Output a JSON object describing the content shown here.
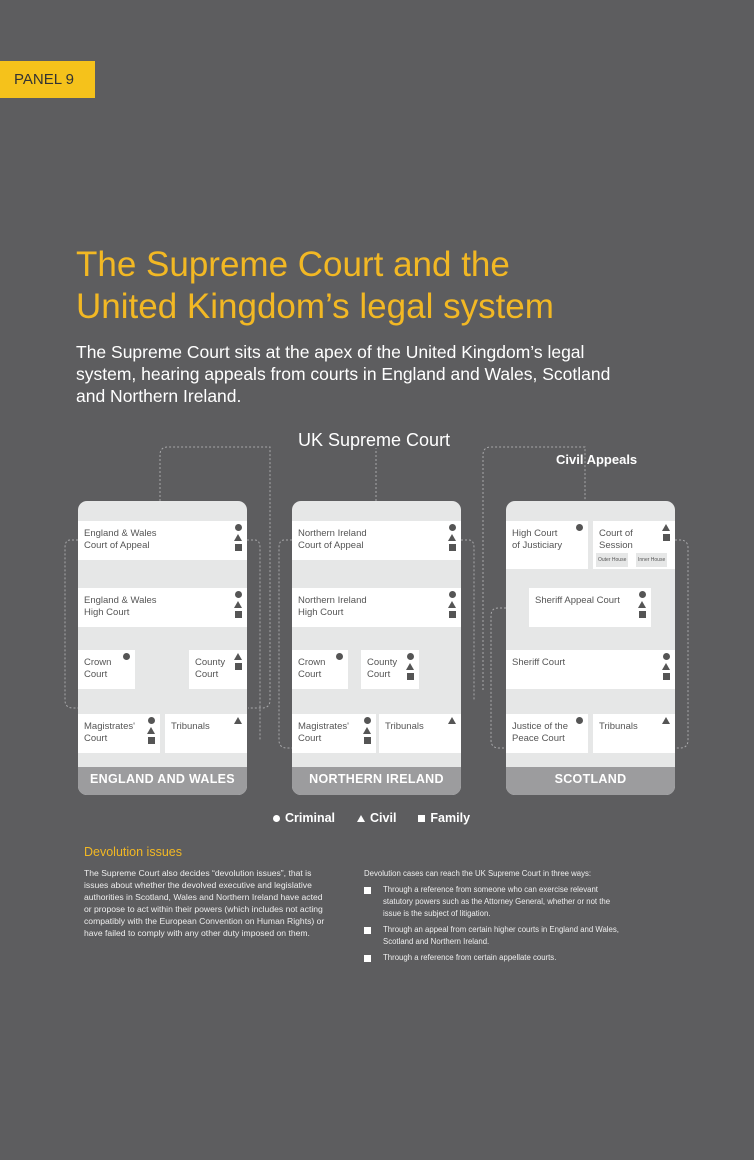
{
  "panel_tag": "PANEL 9",
  "title_lines": [
    "The Supreme Court and the",
    "United Kingdom’s legal system"
  ],
  "intro": "The Supreme Court sits at the apex of the United Kingdom’s legal system, hearing appeals from courts in England and Wales, Scotland and Northern Ireland.",
  "supreme_label": "UK Supreme Court",
  "civil_appeals_label": "Civil Appeals",
  "colors": {
    "background": "#5d5d5f",
    "accent": "#f2b824",
    "panel": "#e6e7e7",
    "band": "#9c9c9e"
  },
  "panels": [
    {
      "name": "England and Wales",
      "courts": [
        {
          "name": "England & Wales\nCourt of Appeal",
          "symbols": [
            "circle",
            "triangle",
            "square"
          ]
        },
        {
          "name": "England & Wales\nHigh Court",
          "symbols": [
            "circle",
            "triangle",
            "square"
          ]
        },
        {
          "name": "Crown\nCourt",
          "symbols": [
            "circle"
          ]
        },
        {
          "name": "County\nCourt",
          "symbols": [
            "triangle",
            "square"
          ]
        },
        {
          "name": "Magistrates'\nCourt",
          "symbols": [
            "circle",
            "triangle",
            "square"
          ]
        },
        {
          "name": "Tribunals",
          "symbols": [
            "triangle"
          ]
        }
      ]
    },
    {
      "name": "Northern Ireland",
      "courts": [
        {
          "name": "Northern Ireland\nCourt of Appeal",
          "symbols": [
            "circle",
            "triangle",
            "square"
          ]
        },
        {
          "name": "Northern Ireland\nHigh Court",
          "symbols": [
            "circle",
            "triangle",
            "square"
          ]
        },
        {
          "name": "Crown\nCourt",
          "symbols": [
            "circle"
          ]
        },
        {
          "name": "County\nCourt",
          "symbols": [
            "circle",
            "triangle",
            "square"
          ]
        },
        {
          "name": "Magistrates'\nCourt",
          "symbols": [
            "circle",
            "triangle",
            "square"
          ]
        },
        {
          "name": "Tribunals",
          "symbols": [
            "triangle"
          ]
        }
      ]
    },
    {
      "name": "Scotland",
      "courts": [
        {
          "name": "High Court\nof Justiciary",
          "symbols": [
            "circle"
          ]
        },
        {
          "name": "Court of\nSession",
          "symbols": [
            "triangle",
            "square"
          ],
          "sub": [
            "Outer House",
            "Inner House"
          ]
        },
        {
          "name": "Sheriff Appeal Court",
          "symbols": [
            "circle",
            "triangle",
            "square"
          ]
        },
        {
          "name": "Sheriff Court",
          "symbols": [
            "circle",
            "triangle",
            "square"
          ]
        },
        {
          "name": "Justice of the\nPeace Court",
          "symbols": [
            "circle"
          ]
        },
        {
          "name": "Tribunals",
          "symbols": [
            "triangle"
          ]
        }
      ]
    }
  ],
  "legend": [
    {
      "icon": "circle",
      "label": "Criminal"
    },
    {
      "icon": "triangle",
      "label": "Civil"
    },
    {
      "icon": "square",
      "label": "Family"
    }
  ],
  "devolution": {
    "heading": "Devolution issues",
    "paragraph": "The Supreme Court also decides “devolution issues”, that is issues about whether the devolved executive and legislative authorities in Scotland, Wales and Northern Ireland have acted or propose to act within their powers (which includes not acting compatibly with the European Convention on Human Rights) or have failed to comply with any other duty imposed on them.",
    "ways_intro": "Devolution cases can reach the UK Supreme Court in three ways:",
    "ways": [
      "Through a reference from someone who can exercise relevant statutory powers such as the Attorney General, whether or not the issue is the subject of litigation.",
      "Through an appeal from certain higher courts in England and Wales, Scotland and Northern Ireland.",
      "Through a reference from certain appellate courts."
    ]
  }
}
